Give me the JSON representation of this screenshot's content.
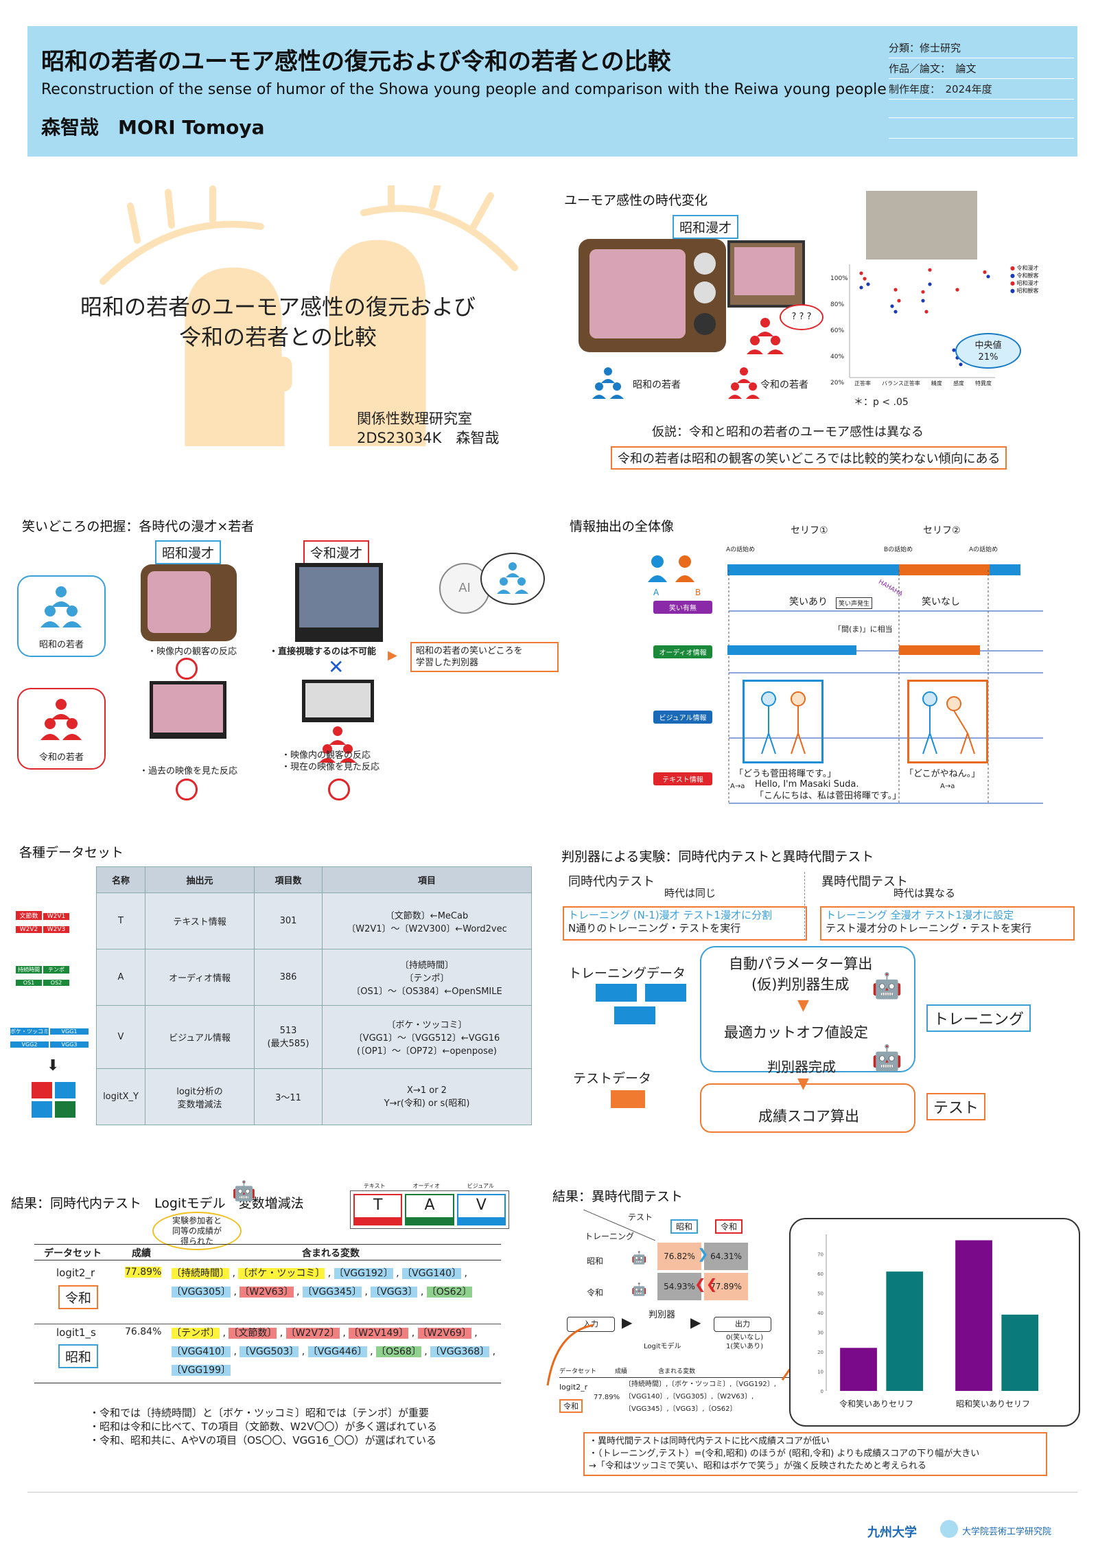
{
  "header": {
    "title_ja": "昭和の若者のユーモア感性の復元および令和の若者との比較",
    "title_en": "Reconstruction of the sense of humor of the Showa young people and comparison with the Reiwa young people",
    "author": "森智哉　MORI Tomoya",
    "meta": [
      "分類：修士研究",
      "作品／論文：　論文",
      "制作年度：　2024年度"
    ]
  },
  "hero": {
    "title_line1": "昭和の若者のユーモア感性の復元および",
    "title_line2": "令和の若者との比較",
    "lab": "関係性数理研究室",
    "id": "2DS23034K　森智哉"
  },
  "humor": {
    "section": "ユーモア感性の時代変化",
    "tag": "昭和漫才",
    "showa_youth": "昭和の若者",
    "reiwa_youth": "令和の若者",
    "question": "? ? ?",
    "chart": {
      "yticks": [
        "100%",
        "80%",
        "60%",
        "40%",
        "20%"
      ],
      "xticks": [
        "正答率",
        "バランス正答率",
        "精度",
        "感度",
        "特異度"
      ],
      "legend": [
        "令和漫才",
        "令和観客",
        "昭和漫才",
        "昭和観客"
      ],
      "median": "中央値\n21%",
      "sig": "＊：p < .05"
    },
    "hypothesis": "仮説：令和と昭和の若者のユーモア感性は異なる",
    "finding": "令和の若者は昭和の観客の笑いどころでは比較的笑わない傾向にある"
  },
  "grasp": {
    "section": "笑いどころの把握：各時代の漫才×若者",
    "tag_showa": "昭和漫才",
    "tag_reiwa": "令和漫才",
    "showa_youth": "昭和の若者",
    "reiwa_youth": "令和の若者",
    "n1": "・映像内の観客の反応",
    "n2": "・直接視聴するのは不可能",
    "n3": "・過去の映像を見た反応",
    "n4": "・映像内の観客の反応",
    "n5": "・現在の映像を見た反応",
    "ai": "AI",
    "judge": "昭和の若者の笑いどころを\n学習した判別器"
  },
  "extract": {
    "section": "情報抽出の全体像",
    "serif1": "セリフ①",
    "serif2": "セリフ②",
    "a_start": "Aの話始め",
    "b_start": "Bの話始め",
    "a_start2": "Aの話始め",
    "a": "A",
    "b": "B",
    "rows": [
      "笑い有無",
      "オーディオ情報",
      "ビジュアル情報",
      "テキスト情報"
    ],
    "laugh_yes": "笑いあり",
    "laugh_no": "笑いなし",
    "laugh_occ": "笑い声発生",
    "hahaha": "HAHAHA",
    "ma": "「間(ま)」に相当",
    "q1": "「どうも菅田将暉です。」",
    "q2": "「どこがやねん。」",
    "en": "Hello, I'm Masaki Suda.",
    "ja": "「こんにちは、私は菅田将暉です。」",
    "tr1": "A→a",
    "tr2": "A→a"
  },
  "datasets": {
    "section": "各種データセット",
    "headers": [
      "名称",
      "抽出元",
      "項目数",
      "項目"
    ],
    "rows": [
      {
        "name": "T",
        "src": "テキスト情報",
        "n": "301",
        "items": "〔文節数〕←MeCab\n〔W2V1〕〜〔W2V300〕←Word2vec"
      },
      {
        "name": "A",
        "src": "オーディオ情報",
        "n": "386",
        "items": "〔持続時間〕\n〔テンポ〕\n〔OS1〕〜〔OS384〕←OpenSMILE"
      },
      {
        "name": "V",
        "src": "ビジュアル情報",
        "n": "513\n(最大585)",
        "items": "〔ボケ・ツッコミ〕\n〔VGG1〕〜〔VGG512〕←VGG16\n(〔OP1〕〜〔OP72〕←openpose)"
      },
      {
        "name": "logitX_Y",
        "src": "logit分析の\n変数増減法",
        "n": "3〜11",
        "items": "X→1 or 2\nY→r(令和) or s(昭和)"
      }
    ],
    "chips": {
      "t": [
        "文節数",
        "W2V1",
        "W2V2",
        "W2V3"
      ],
      "a": [
        "持続時間",
        "テンポ",
        "OS1",
        "OS2"
      ],
      "v": [
        "ボケ・ツッコミ",
        "VGG1",
        "VGG2",
        "VGG3"
      ]
    }
  },
  "experiment": {
    "section": "判別器による実験：同時代内テストと異時代間テスト",
    "same": "同時代内テスト",
    "same_sub": "時代は同じ",
    "same_desc1": "トレーニング (N-1)漫才 テスト1漫才に分割",
    "same_desc2": "N通りのトレーニング・テストを実行",
    "diff": "異時代間テスト",
    "diff_sub": "時代は異なる",
    "diff_desc1": "トレーニング 全漫才 テスト1漫才に設定",
    "diff_desc2": "テスト漫才分のトレーニング・テストを実行",
    "train_data": "トレーニングデータ",
    "test_data": "テストデータ",
    "auto": "自動パラメーター算出",
    "prov": "(仮)判別器生成",
    "cutoff": "最適カットオフ値設定",
    "done": "判別器完成",
    "score": "成績スコア算出",
    "label_train": "トレーニング",
    "label_test": "テスト"
  },
  "result1": {
    "section": "結果：同時代内テスト　Logitモデル　変数増減法",
    "bubble": "実験参加者と\n同等の成績が\n得られた",
    "legend": {
      "t_small": "テキスト",
      "a_small": "オーディオ",
      "v_small": "ビジュアル",
      "t": "T",
      "a": "A",
      "v": "V"
    },
    "headers": [
      "データセット",
      "成績",
      "含まれる変数"
    ],
    "row1": {
      "name": "logit2_r",
      "era": "令和",
      "score": "77.89%",
      "vars": [
        [
          "〔持続時間〕",
          "y"
        ],
        [
          "〔ボケ・ツッコミ〕",
          "y"
        ],
        [
          "〔VGG192〕",
          "b"
        ],
        [
          "〔VGG140〕",
          "b"
        ],
        [
          "〔VGG305〕",
          "b"
        ],
        [
          "〔W2V63〕",
          "r"
        ],
        [
          "〔VGG345〕",
          "b"
        ],
        [
          "〔VGG3〕",
          "b"
        ],
        [
          "〔OS62〕",
          "g"
        ]
      ]
    },
    "row2": {
      "name": "logit1_s",
      "era": "昭和",
      "score": "76.84%",
      "vars": [
        [
          "〔テンポ〕",
          "y"
        ],
        [
          "〔文節数〕",
          "r"
        ],
        [
          "〔W2V72〕",
          "r"
        ],
        [
          "〔W2V149〕",
          "r"
        ],
        [
          "〔W2V69〕",
          "r"
        ],
        [
          "〔VGG410〕",
          "b"
        ],
        [
          "〔VGG503〕",
          "b"
        ],
        [
          "〔VGG446〕",
          "b"
        ],
        [
          "〔OS68〕",
          "g"
        ],
        [
          "〔VGG368〕",
          "b"
        ],
        [
          "〔VGG199〕",
          "b"
        ]
      ]
    },
    "notes": [
      "・令和では〔持続時間〕と〔ボケ・ツッコミ〕昭和では〔テンポ〕が重要",
      "・昭和は令和に比べて、Tの項目（文節数、W2V〇〇）が多く選ばれている",
      "・令和、昭和共に、AやVの項目（OS〇〇、VGG16_〇〇）が選ばれている"
    ]
  },
  "result2": {
    "section": "結果：異時代間テスト",
    "test": "テスト",
    "training": "トレーニング",
    "showa": "昭和",
    "reiwa": "令和",
    "cells": {
      "ss": "76.82%",
      "sr": "64.31%",
      "rs": "54.93%",
      "rr": "77.89%"
    },
    "flow": {
      "in": "入力",
      "judge": "判別器",
      "out": "出力",
      "model": "Logitモデル",
      "outv": "0(笑いなし)\n1(笑いあり)"
    },
    "mini": {
      "h1": "データセット",
      "h2": "成績",
      "h3": "含まれる変数",
      "name": "logit2_r",
      "era": "令和",
      "score": "77.89%",
      "vars": "〔持続時間〕,〔ボケ・ツッコミ〕,〔VGG192〕,\n〔VGG140〕,〔VGG305〕,〔W2V63〕,\n〔VGG345〕,〔VGG3〕,〔OS62〕"
    },
    "chart_data": {
      "type": "bar",
      "categories": [
        "令和笑いありセリフ",
        "昭和笑いありセリフ"
      ],
      "series": [
        {
          "values": [
            22,
            77
          ]
        },
        {
          "values": [
            61,
            39
          ]
        }
      ],
      "colors": [
        "#7a0a8a",
        "#0a7a7a"
      ],
      "ylim": [
        0,
        80
      ],
      "xlabel": "",
      "ylabel": ""
    },
    "notes": [
      "・異時代間テストは同時代内テストに比べ成績スコアが低い",
      "・（トレーニング,テスト）=(令和,昭和) のほうが (昭和,令和) よりも成績スコアの下り幅が大きい",
      "→「令和はツッコミで笑い、昭和はボケで笑う」が強く反映されたためと考えられる"
    ]
  },
  "footer": {
    "univ": "九州大学",
    "school": "大学院芸術工学研究院"
  }
}
